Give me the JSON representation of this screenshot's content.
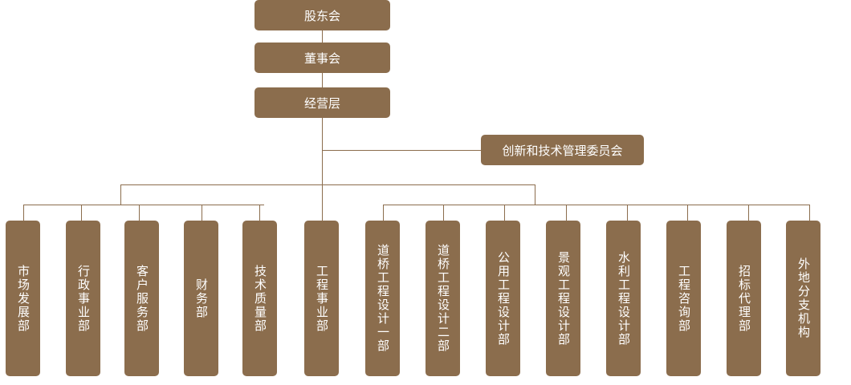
{
  "top_levels": [
    "股东会",
    "董事会",
    "经营层"
  ],
  "committee": "创新和技术管理委员会",
  "departments_left": [
    "市场发展部",
    "行政事业部",
    "客户服务部",
    "财务部",
    "技术质量部"
  ],
  "department_center": "工程事业部",
  "departments_right": [
    "道桥工程设计一部",
    "道桥工程设计二部",
    "公用工程设计部",
    "景观工程设计部",
    "水利工程设计部",
    "工程咨询部",
    "招标代理部",
    "外地分支机构"
  ],
  "colors": {
    "box": "#8b6d4d",
    "line": "#8b6d4d",
    "text": "#ffffff"
  }
}
